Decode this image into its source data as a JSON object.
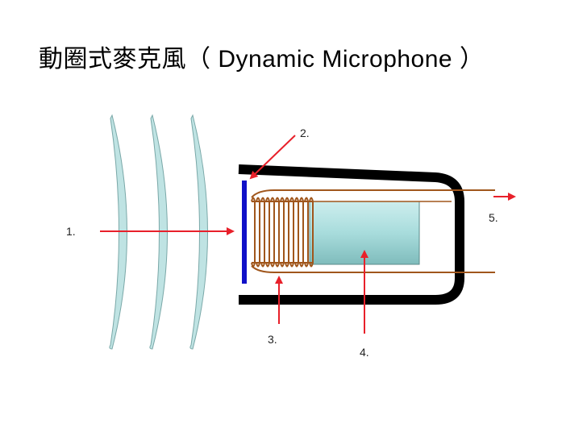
{
  "slide": {
    "title_cjk": "動圈式麥克風（",
    "title_latin": " Dynamic Microphone ",
    "title_close": "）"
  },
  "labels": {
    "l1": "1.",
    "l2": "2.",
    "l3": "3.",
    "l4": "4.",
    "l5": "5."
  },
  "colors": {
    "sound_wave_fill": "#bfe3e3",
    "arrow": "#e8202a",
    "diaphragm": "#1010c8",
    "coil": "#a0561c",
    "magnet": "#a8dcdc",
    "housing": "#000000"
  }
}
